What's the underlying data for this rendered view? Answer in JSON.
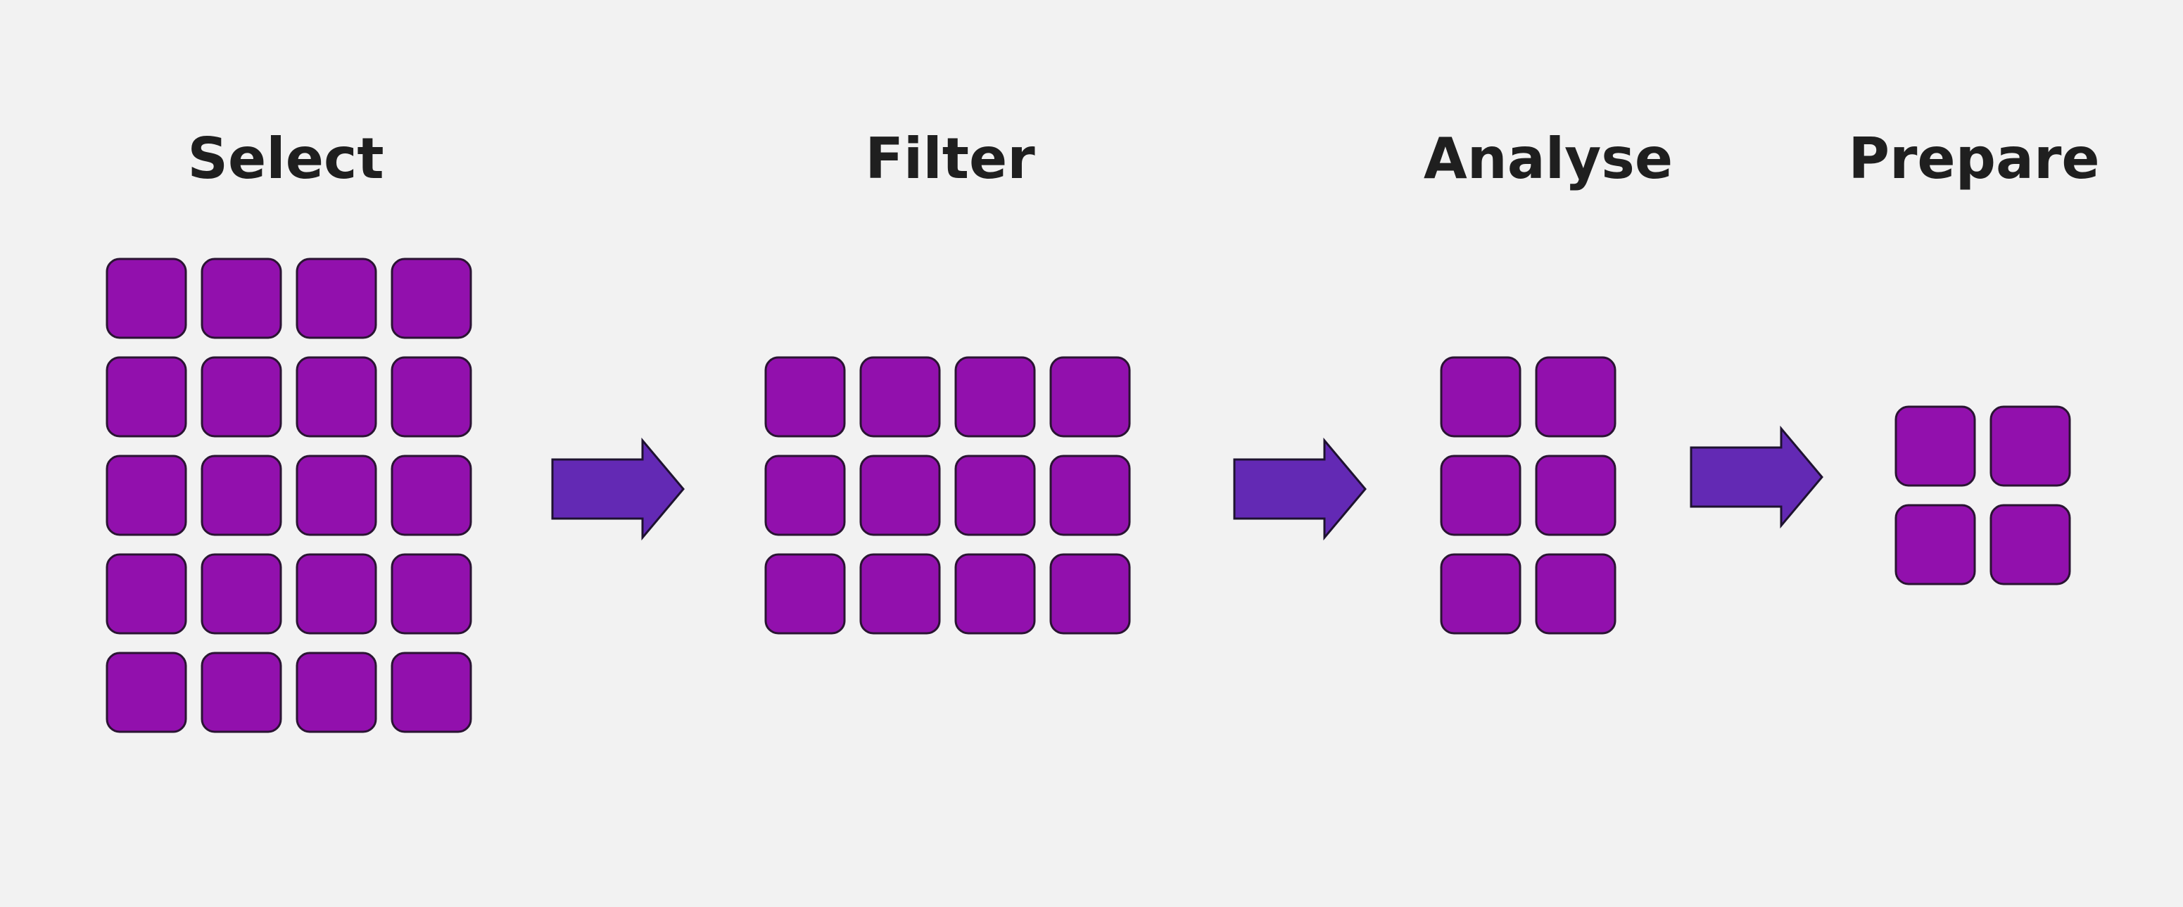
{
  "stages": [
    {
      "title": "Select",
      "rows": 5,
      "cols": 4
    },
    {
      "title": "Filter",
      "rows": 3,
      "cols": 4
    },
    {
      "title": "Analyse",
      "rows": 3,
      "cols": 2
    },
    {
      "title": "Prepare",
      "rows": 2,
      "cols": 2
    }
  ],
  "arrow_count": 3,
  "colors": {
    "background": "#f2f2f2",
    "tile_fill": "#9210ad",
    "tile_stroke": "#2a1433",
    "arrow_fill": "#6329b4",
    "arrow_stroke": "#1e1230",
    "title_text": "#1f1f1f"
  }
}
